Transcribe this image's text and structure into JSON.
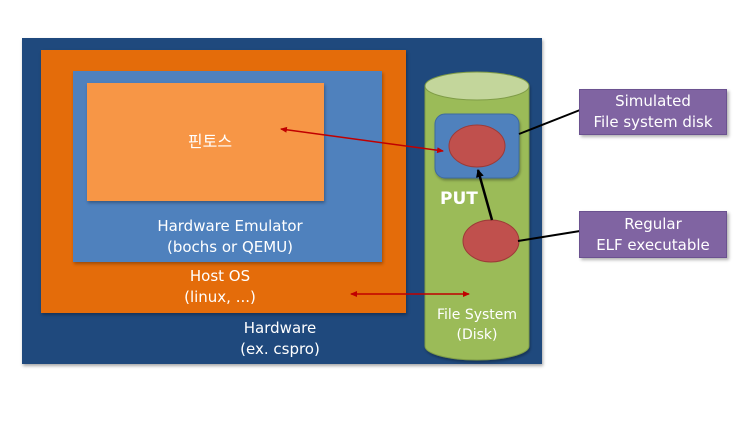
{
  "layers": {
    "hardware": {
      "line1": "Hardware",
      "line2": "(ex. cspro)"
    },
    "host_os": {
      "line1": "Host OS",
      "line2": "(linux, ...)"
    },
    "emulator": {
      "line1": "Hardware Emulator",
      "line2": "(bochs or  QEMU)"
    },
    "pintos": {
      "label": "핀토스"
    }
  },
  "disk": {
    "put_label": "PUT",
    "fs_line1": "File System",
    "fs_line2": "(Disk)"
  },
  "callouts": {
    "simulated_disk": {
      "line1": "Simulated",
      "line2": "File system disk"
    },
    "elf": {
      "line1": "Regular",
      "line2": "ELF executable"
    }
  },
  "colors": {
    "hardware": "#1f497d",
    "host_os": "#e46c0a",
    "emulator": "#4f81bd",
    "pintos": "#f79646",
    "cylinder": "#9bbb59",
    "cylinder_top": "#c3d69b",
    "ellipse": "#c0504d",
    "callout": "#8064a2",
    "red_arrow": "#c00000"
  }
}
